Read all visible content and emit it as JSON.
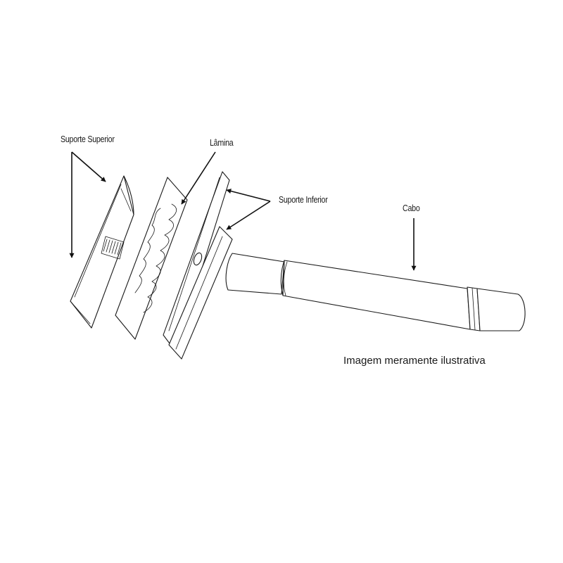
{
  "labels": {
    "top_cap": "Suporte Superior",
    "blade": "Lâmina",
    "base_plate": "Suporte Inferior",
    "handle": "Cabo"
  },
  "caption": "Imagem meramente ilustrativa",
  "colors": {
    "line": "#1a1a1a",
    "background": "#ffffff"
  }
}
